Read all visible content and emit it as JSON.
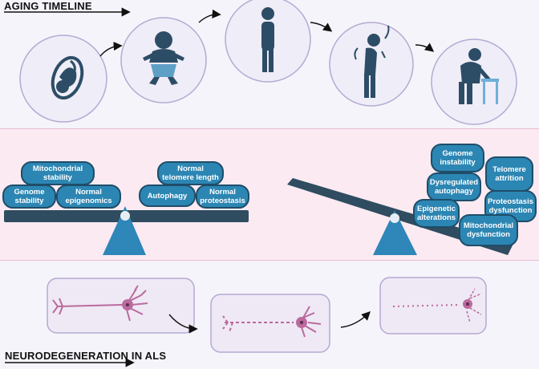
{
  "headings": {
    "aging_timeline": "AGING TIMELINE",
    "neurodegeneration": "NEURODEGENERATION IN ALS"
  },
  "aging_stages": [
    {
      "icon": "fetus-icon"
    },
    {
      "icon": "baby-icon"
    },
    {
      "icon": "adult-icon"
    },
    {
      "icon": "elderly-bent-icon"
    },
    {
      "icon": "elderly-walker-icon"
    }
  ],
  "balance_left": {
    "pills": [
      "Mitochondrial stability",
      "Genome stability",
      "Normal epigenomics",
      "Normal telomere length",
      "Autophagy",
      "Normal proteostasis"
    ]
  },
  "balance_right": {
    "pills": [
      "Genome instability",
      "Telomere attrition",
      "Dysregulated autophagy",
      "Proteostasis dysfunction",
      "Epigenetic alterations",
      "Mitochondrial dysfunction"
    ]
  },
  "neuron_stages": [
    {
      "state": "healthy"
    },
    {
      "state": "degenerating"
    },
    {
      "state": "fragmented"
    }
  ],
  "colors": {
    "circle_fill": "#efedf7",
    "circle_stroke": "#b5a9d3",
    "figure": "#2d4d66",
    "pill_fill": "#2c86b3",
    "pill_border": "#1f4d69",
    "beam": "#2f4c60",
    "fulcrum": "#2f86b8",
    "neuron": "#bb6a9e",
    "neuron_box": "#efe9f5"
  }
}
